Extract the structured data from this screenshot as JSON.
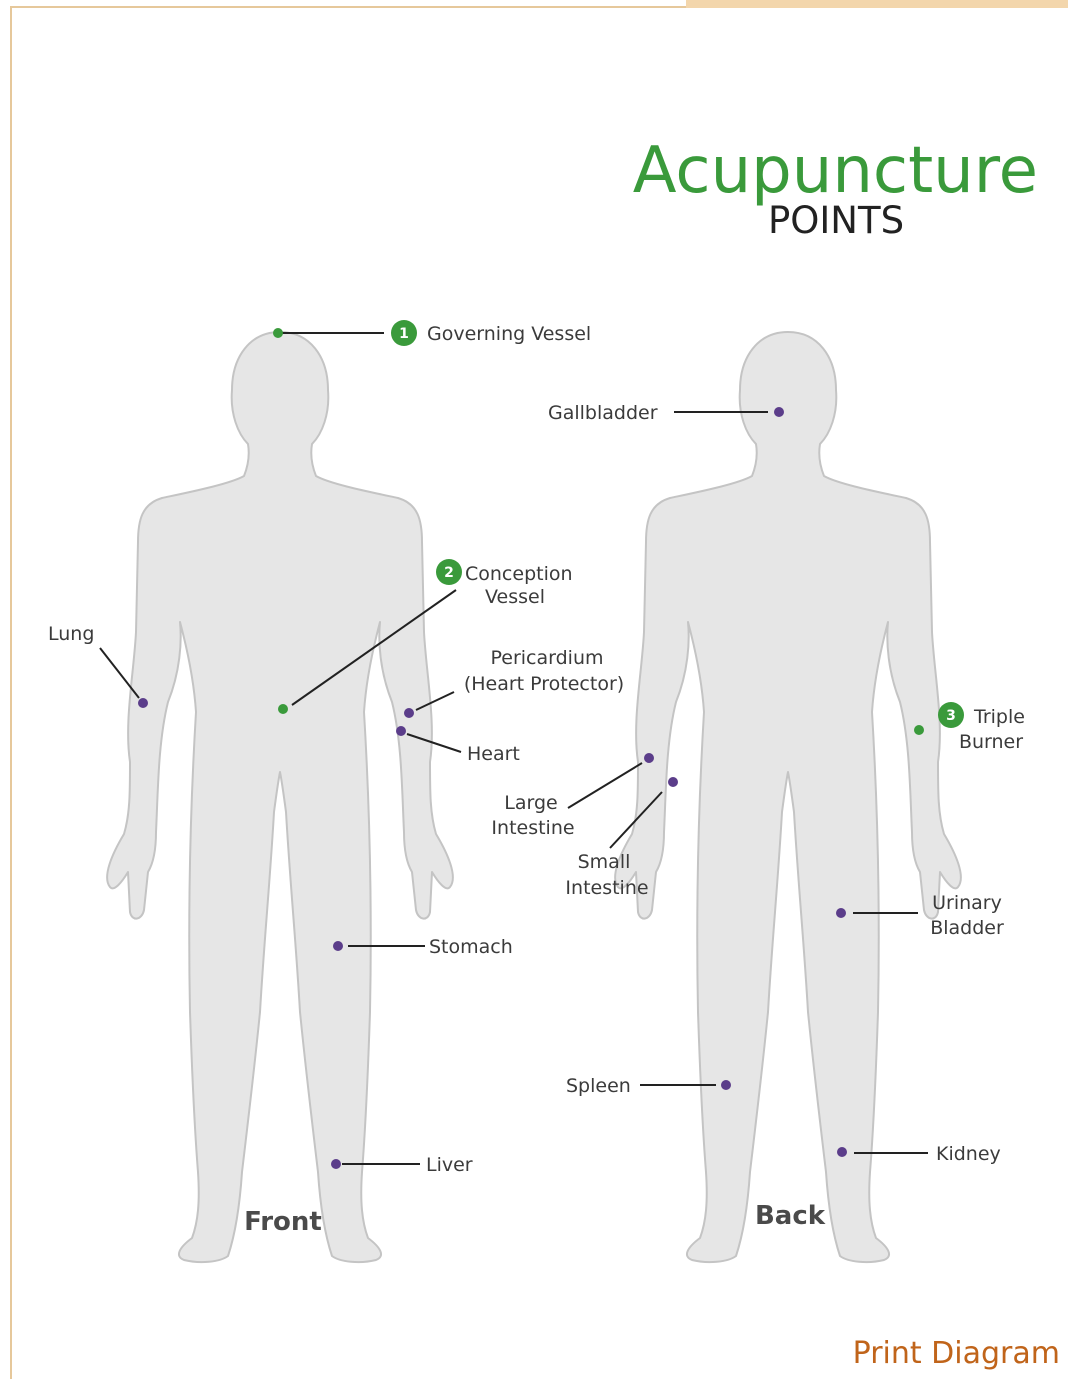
{
  "title": {
    "main": "Acupuncture",
    "sub": "POINTS"
  },
  "views": {
    "front": "Front",
    "back": "Back"
  },
  "points": {
    "governing_vessel": {
      "num": "1",
      "label": "Governing Vessel"
    },
    "conception_vessel": {
      "num": "2",
      "line1": "Conception",
      "line2": "Vessel"
    },
    "triple_burner": {
      "num": "3",
      "line1": "Triple",
      "line2": "Burner"
    },
    "lung": "Lung",
    "pericardium": {
      "line1": "Pericardium",
      "line2": "(Heart Protector)"
    },
    "heart": "Heart",
    "stomach": "Stomach",
    "liver": "Liver",
    "gallbladder": "Gallbladder",
    "large_intestine": {
      "line1": "Large",
      "line2": "Intestine"
    },
    "small_intestine": {
      "line1": "Small",
      "line2": "Intestine"
    },
    "urinary_bladder": {
      "line1": "Urinary",
      "line2": "Bladder"
    },
    "spleen": "Spleen",
    "kidney": "Kidney"
  },
  "colors": {
    "meridian_green": "#3a9a3b",
    "organ_purple": "#5b3d8a",
    "body_fill": "#e6e6e6",
    "link_orange": "#c0641a"
  },
  "print_link": "Print Diagram"
}
